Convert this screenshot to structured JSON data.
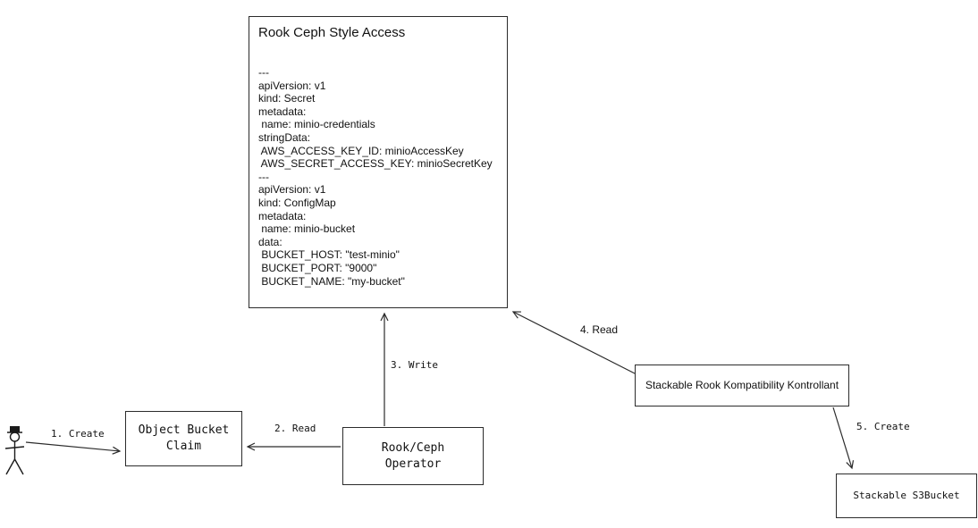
{
  "yaml_box": {
    "title": "Rook Ceph Style Access",
    "lines": [
      "---",
      "apiVersion: v1",
      "kind: Secret",
      "metadata:",
      " name: minio-credentials",
      "stringData:",
      " AWS_ACCESS_KEY_ID: minioAccessKey",
      " AWS_SECRET_ACCESS_KEY: minioSecretKey",
      "---",
      "apiVersion: v1",
      "kind: ConfigMap",
      "metadata:",
      " name: minio-bucket",
      "data:",
      " BUCKET_HOST: \"test-minio\"",
      " BUCKET_PORT: \"9000\"",
      " BUCKET_NAME: \"my-bucket\""
    ]
  },
  "nodes": {
    "object_bucket_claim": "Object Bucket Claim",
    "rook_ceph_operator": "Rook/Ceph Operator",
    "stackable_controller": "Stackable Rook Kompatibility Kontrollant",
    "stackable_s3bucket": "Stackable S3Bucket"
  },
  "edges": {
    "e1": {
      "label": "1. Create"
    },
    "e2": {
      "label": "2. Read"
    },
    "e3": {
      "label": "3. Write"
    },
    "e4": {
      "label": "4. Read"
    },
    "e5": {
      "label": "5. Create"
    }
  },
  "colors": {
    "stroke": "#2b2b2b",
    "background": "#ffffff",
    "text": "#111111"
  }
}
